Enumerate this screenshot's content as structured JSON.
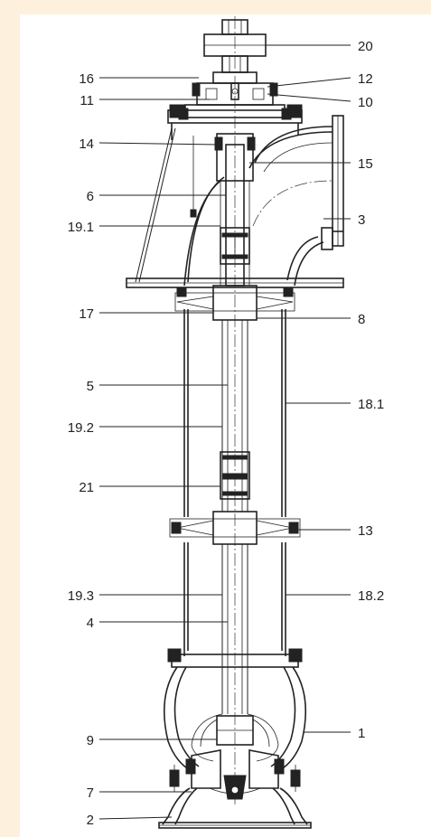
{
  "drawing": {
    "callouts": [
      {
        "id": "20",
        "text": "20",
        "side": "right"
      },
      {
        "id": "12",
        "text": "12",
        "side": "right"
      },
      {
        "id": "10",
        "text": "10",
        "side": "right"
      },
      {
        "id": "15",
        "text": "15",
        "side": "right"
      },
      {
        "id": "3",
        "text": "3",
        "side": "right"
      },
      {
        "id": "8",
        "text": "8",
        "side": "right"
      },
      {
        "id": "18_1",
        "text": "18.1",
        "side": "right"
      },
      {
        "id": "13",
        "text": "13",
        "side": "right"
      },
      {
        "id": "18_2",
        "text": "18.2",
        "side": "right"
      },
      {
        "id": "1",
        "text": "1",
        "side": "right"
      },
      {
        "id": "16",
        "text": "16",
        "side": "left"
      },
      {
        "id": "11",
        "text": "11",
        "side": "left"
      },
      {
        "id": "14",
        "text": "14",
        "side": "left"
      },
      {
        "id": "6",
        "text": "6",
        "side": "left"
      },
      {
        "id": "19_1",
        "text": "19.1",
        "side": "left"
      },
      {
        "id": "17",
        "text": "17",
        "side": "left"
      },
      {
        "id": "5",
        "text": "5",
        "side": "left"
      },
      {
        "id": "19_2",
        "text": "19.2",
        "side": "left"
      },
      {
        "id": "21",
        "text": "21",
        "side": "left"
      },
      {
        "id": "19_3",
        "text": "19.3",
        "side": "left"
      },
      {
        "id": "4",
        "text": "4",
        "side": "left"
      },
      {
        "id": "9",
        "text": "9",
        "side": "left"
      },
      {
        "id": "7",
        "text": "7",
        "side": "left"
      },
      {
        "id": "2",
        "text": "2",
        "side": "left"
      }
    ]
  }
}
